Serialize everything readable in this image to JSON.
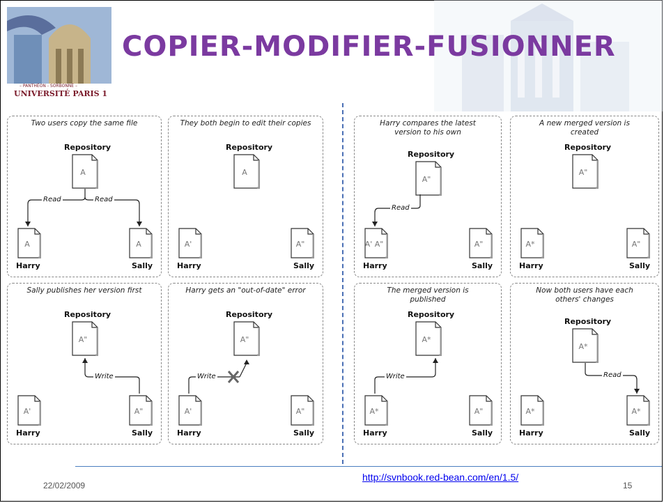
{
  "slide": {
    "title": "COPIER-MODIFIER-FUSIONNER",
    "logo_text": "UNIVERSITÉ PARIS 1",
    "logo_subtext": "– PANTHÉON - SORBONNE –",
    "date": "22/02/2009",
    "url": "http://svnbook.red-bean.com/en/1.5/",
    "page_number": "15"
  },
  "labels": {
    "repository": "Repository",
    "harry": "Harry",
    "sally": "Sally",
    "read": "Read",
    "write": "Write"
  },
  "panels": [
    {
      "caption": "Two users copy the same file",
      "repo": "A",
      "harry": "A",
      "sally": "A"
    },
    {
      "caption": "They both begin to edit their copies",
      "repo": "A",
      "harry": "A'",
      "sally": "A\""
    },
    {
      "caption": "Sally publishes her version first",
      "repo": "A\"",
      "harry": "A'",
      "sally": "A\""
    },
    {
      "caption": "Harry gets an \"out-of-date\" error",
      "repo": "A\"",
      "harry": "A'",
      "sally": "A\""
    },
    {
      "caption": "Harry compares the latest version to his own",
      "repo": "A\"",
      "harry": "A' A\"",
      "sally": "A\""
    },
    {
      "caption": "A new merged version is created",
      "repo": "A\"",
      "harry": "A*",
      "sally": "A\""
    },
    {
      "caption": "The merged version is published",
      "repo": "A*",
      "harry": "A*",
      "sally": "A\""
    },
    {
      "caption": "Now both users have each others' changes",
      "repo": "A*",
      "harry": "A*",
      "sally": "A*"
    }
  ]
}
